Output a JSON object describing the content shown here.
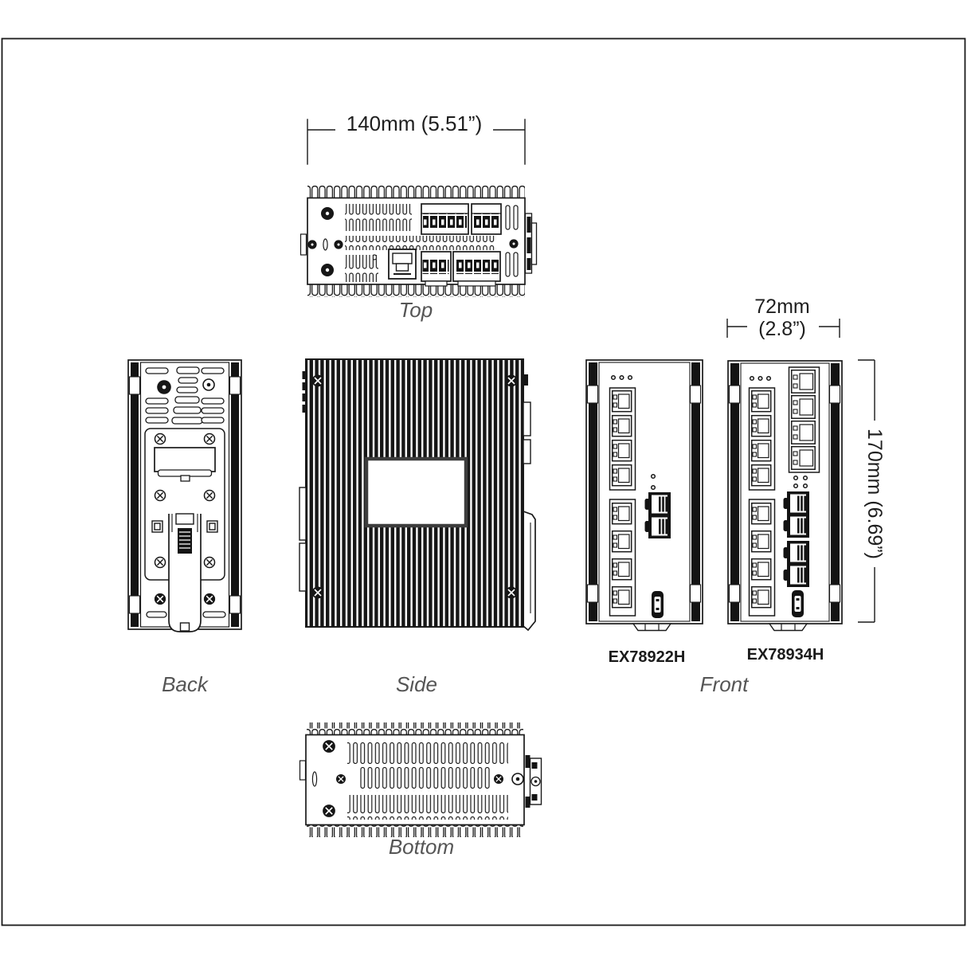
{
  "page": {
    "background": "#ffffff",
    "border_color": "#1a1a1a"
  },
  "labels": {
    "top_view": "Top",
    "back_view": "Back",
    "side_view": "Side",
    "front_view": "Front",
    "bottom_view": "Bottom"
  },
  "models": {
    "left_unit": "EX78922H",
    "right_unit": "EX78934H"
  },
  "dimensions": {
    "width_top": "140mm (5.51”)",
    "depth_line1": "72mm",
    "depth_line2": "(2.8”)",
    "height": "170mm (6.69”)"
  },
  "colors": {
    "line": "#1a1a1a",
    "view_label": "#555555",
    "dimension_text": "#1f1f1f"
  }
}
